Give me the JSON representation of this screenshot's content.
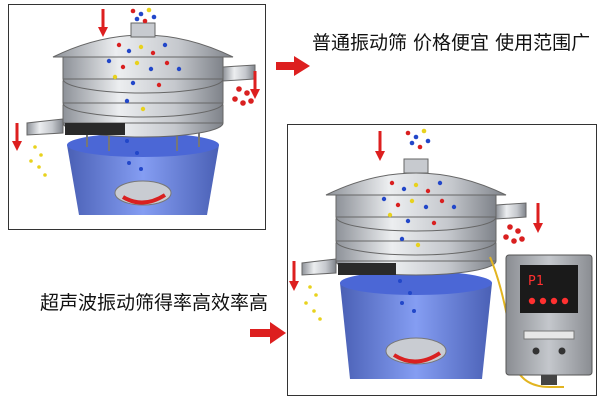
{
  "captions": {
    "top": "普通振动筛 价格便宜 使用范围广",
    "bottom": "超声波振动筛得率高效率高"
  },
  "controller": {
    "screen_text": "P1",
    "label_top": "",
    "label_bottom": ""
  },
  "colors": {
    "arrow_red": "#dd1f1f",
    "blue_base": "#3d5fd1",
    "steel": "#b9bcc2",
    "particle_red": "#d92020",
    "particle_blue": "#2247c9",
    "particle_yellow": "#e8d21d"
  }
}
